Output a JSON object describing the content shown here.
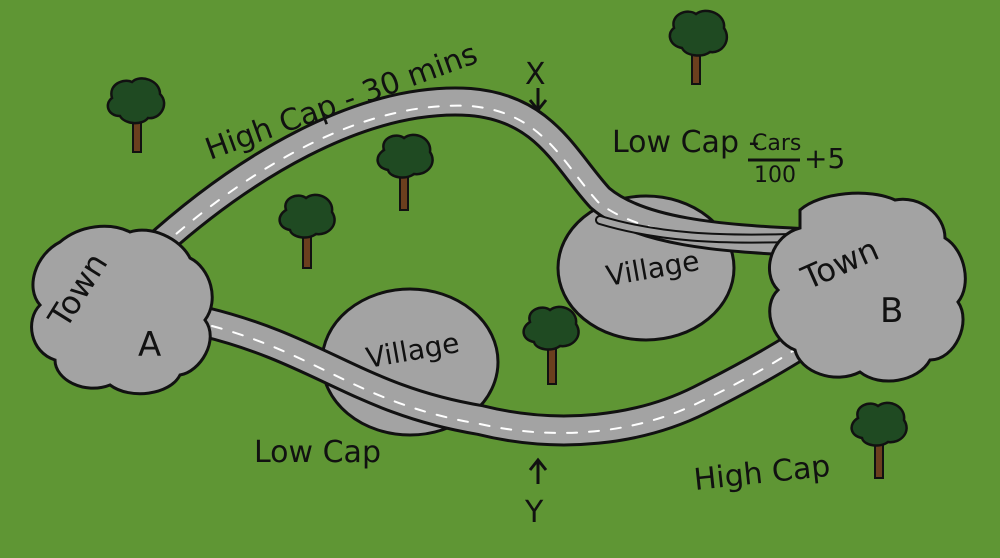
{
  "labels": {
    "high_cap_top": "High Cap - 30 mins",
    "low_cap_right_prefix": "Low Cap -",
    "low_cap_right_numerator": "Cars",
    "low_cap_right_denominator": "100",
    "low_cap_right_suffix": "+5",
    "low_cap_left": "Low Cap",
    "high_cap_bottom": "High Cap",
    "marker_x": "X",
    "marker_y": "Y",
    "town_a_word": "Town",
    "town_a_letter": "A",
    "town_b_word": "Town",
    "town_b_letter": "B",
    "village_left": "Village",
    "village_right": "Village"
  },
  "colors": {
    "grass": "#5f9634",
    "road": "#a3a3a3",
    "outline": "#111111",
    "lane_marking": "#ffffff",
    "tree_canopy": "#1f4a22",
    "tree_trunk": "#6b3f1e"
  }
}
